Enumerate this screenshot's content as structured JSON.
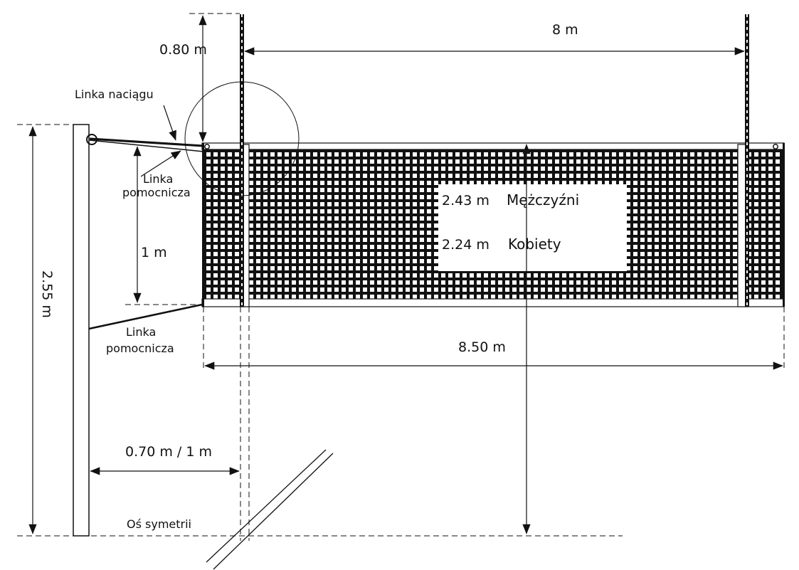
{
  "labels": {
    "antenna_height": "0.80 m",
    "antenna_spacing": "8 m",
    "tension_cable": "Linka naciągu",
    "aux_cable_upper_line1": "Linka",
    "aux_cable_upper_line2": "pomocnicza",
    "aux_cable_lower_line1": "Linka",
    "aux_cable_lower_line2": "pomocnicza",
    "net_height_men_value": "2.43 m",
    "net_height_men_label": "Mężczyźni",
    "net_height_women_value": "2.24 m",
    "net_height_women_label": "Kobiety",
    "net_depth": "1 m",
    "post_height": "2.55 m",
    "net_length": "8.50 m",
    "post_distance": "0.70 m / 1 m",
    "symmetry_axis": "Oś symetrii"
  }
}
